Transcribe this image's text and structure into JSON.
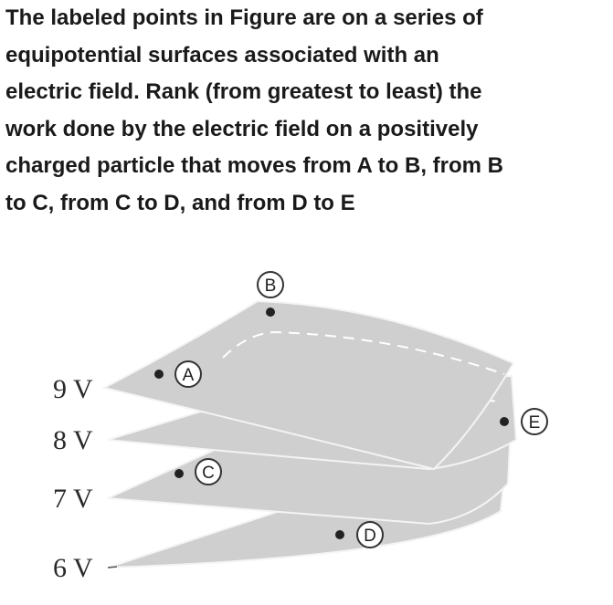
{
  "question": {
    "lines": [
      "The labeled points in Figure are on a series of",
      "equipotential surfaces associated with an",
      "electric field. Rank (from greatest to least) the",
      "work done by the electric field on a positively",
      "charged particle that moves from A to B, from B",
      "to C, from C to D, and from D to E"
    ]
  },
  "figure": {
    "surfaces": [
      {
        "label": "9 V"
      },
      {
        "label": "8 V"
      },
      {
        "label": "7 V"
      },
      {
        "label": "6 V"
      }
    ],
    "points": [
      "B",
      "A",
      "E",
      "C",
      "D"
    ],
    "colors": {
      "surface_fill": "#cfcfcf",
      "surface_edge": "#f4f4f4",
      "dash": "#ffffff",
      "dot": "#222222"
    }
  }
}
